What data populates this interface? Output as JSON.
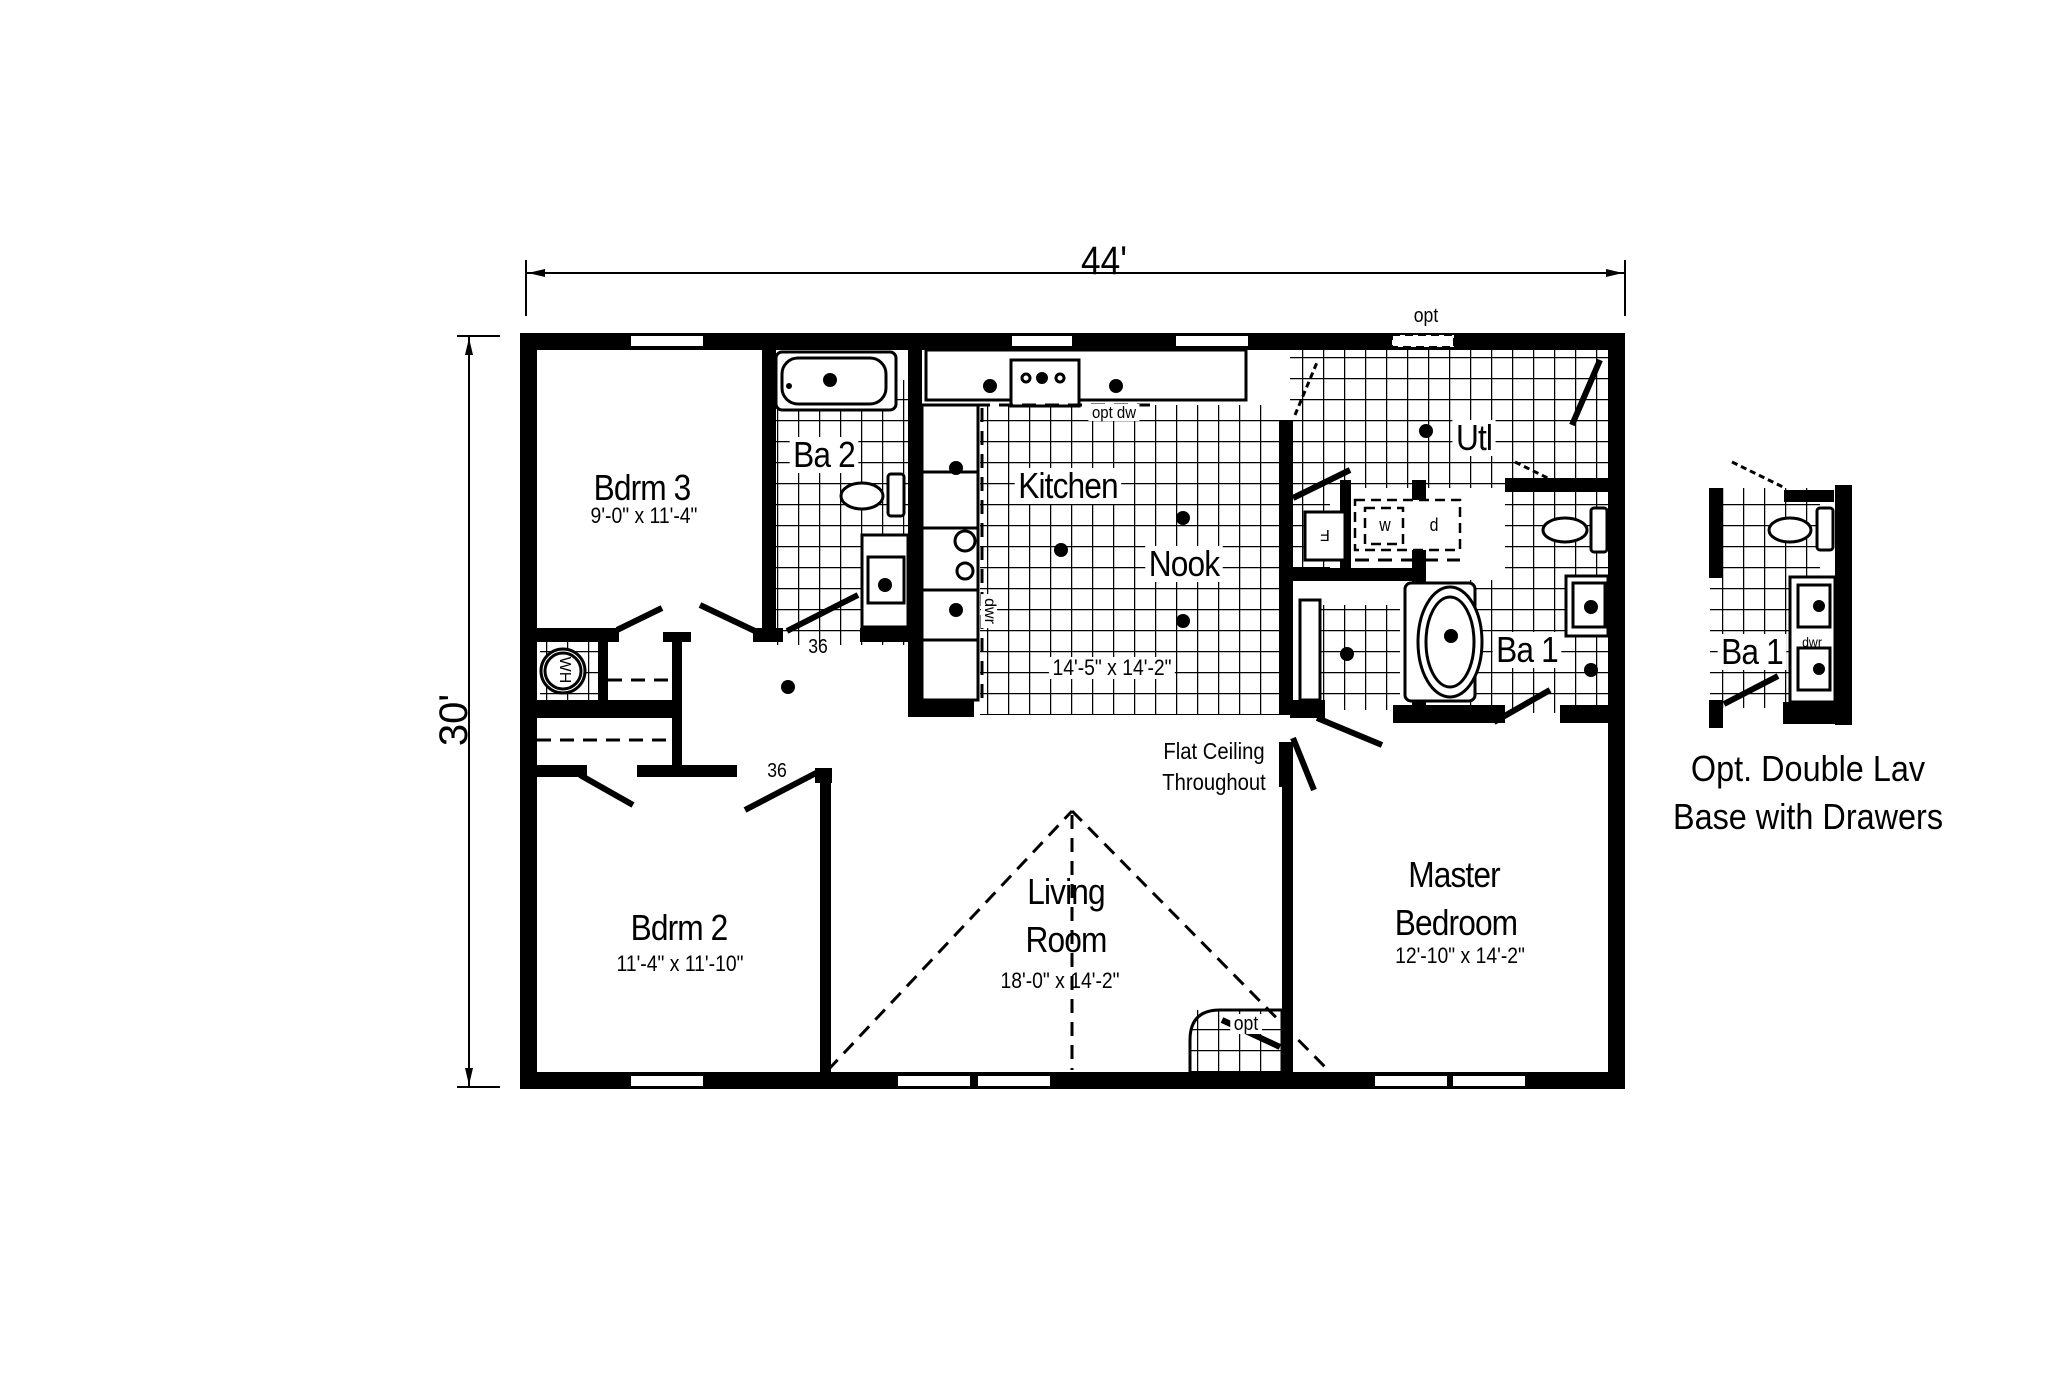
{
  "plan": {
    "overall_width": "44'",
    "overall_depth": "30'",
    "ceiling_note_line1": "Flat Ceiling",
    "ceiling_note_line2": "Throughout"
  },
  "rooms": {
    "bdrm3": {
      "name": "Bdrm 3",
      "size": "9'-0\" x 11'-4\""
    },
    "ba2": {
      "name": "Ba 2"
    },
    "kitchen": {
      "name": "Kitchen"
    },
    "nook": {
      "name": "Nook",
      "size": "14'-5\" x 14'-2\""
    },
    "utl": {
      "name": "Utl"
    },
    "ba1": {
      "name": "Ba 1"
    },
    "bdrm2": {
      "name": "Bdrm 2",
      "size": "11'-4\" x 11'-10\""
    },
    "living": {
      "name_line1": "Living",
      "name_line2": "Room",
      "size": "18'-0\" x 14'-2\""
    },
    "master": {
      "name_line1": "Master",
      "name_line2": "Bedroom",
      "size": "12'-10\" x 14'-2\""
    }
  },
  "annotations": {
    "door_width_1": "36",
    "door_width_2": "36",
    "opt_window": "opt",
    "opt_fireplace": "opt",
    "opt_dw": "opt dw",
    "dwr_kitchen": "dwr",
    "water_heater": "WH",
    "washer": "w",
    "dryer": "d",
    "furnace": "F"
  },
  "inset": {
    "room_name": "Ba 1",
    "dwr": "dwr",
    "caption_line1": "Opt. Double Lav",
    "caption_line2": "Base with Drawers"
  }
}
